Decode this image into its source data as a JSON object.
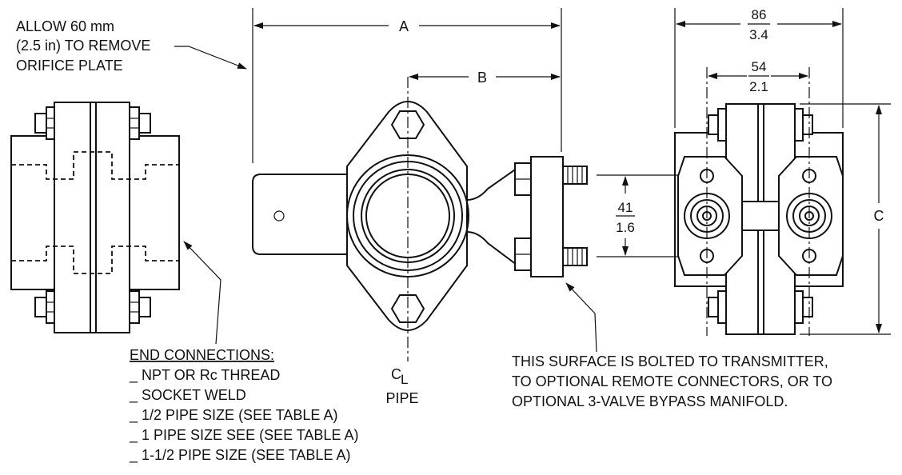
{
  "notes": {
    "allow_line1": "ALLOW 60 mm",
    "allow_line2": "(2.5 in) TO REMOVE",
    "allow_line3": "ORIFICE PLATE",
    "surface_line1": "THIS SURFACE IS BOLTED TO TRANSMITTER,",
    "surface_line2": "TO OPTIONAL REMOTE CONNECTORS, OR TO",
    "surface_line3": "OPTIONAL 3-VALVE BYPASS MANIFOLD."
  },
  "dimensions": {
    "a": "A",
    "b": "B",
    "c": "C",
    "width_mm": "86",
    "width_in": "3.4",
    "inner_mm": "54",
    "inner_in": "2.1",
    "tap_mm": "41",
    "tap_in": "1.6"
  },
  "centerline": {
    "symbol": "C",
    "subscript": "L",
    "label": "PIPE"
  },
  "end_connections": {
    "title": "END CONNECTIONS:",
    "items": [
      "_ NPT OR Rc THREAD",
      "_ SOCKET  WELD",
      "_ 1/2 PIPE SIZE (SEE TABLE A)",
      "_ 1 PIPE SIZE SEE  (SEE TABLE A)",
      "_ 1-1/2 PIPE SIZE (SEE TABLE A)"
    ]
  }
}
